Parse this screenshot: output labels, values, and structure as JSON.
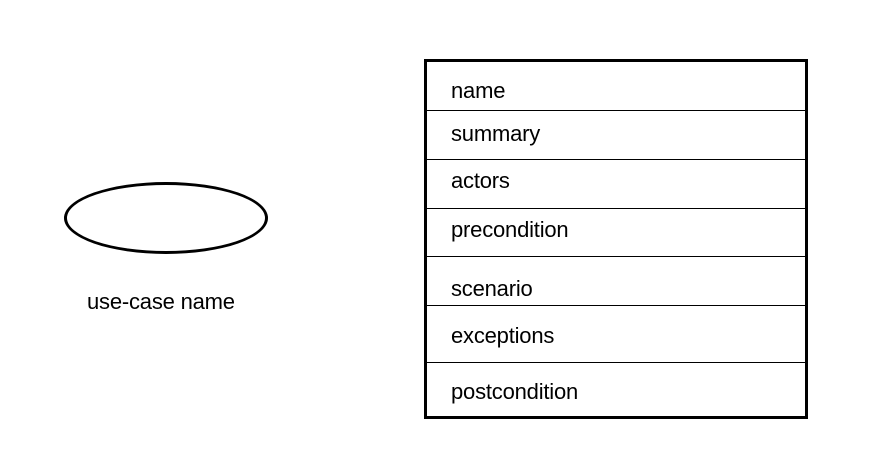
{
  "use_case": {
    "caption": "use-case name"
  },
  "template": {
    "rows": [
      {
        "label": "name"
      },
      {
        "label": "summary"
      },
      {
        "label": "actors"
      },
      {
        "label": "precondition"
      },
      {
        "label": "scenario"
      },
      {
        "label": "exceptions"
      },
      {
        "label": "postcondition"
      }
    ]
  }
}
